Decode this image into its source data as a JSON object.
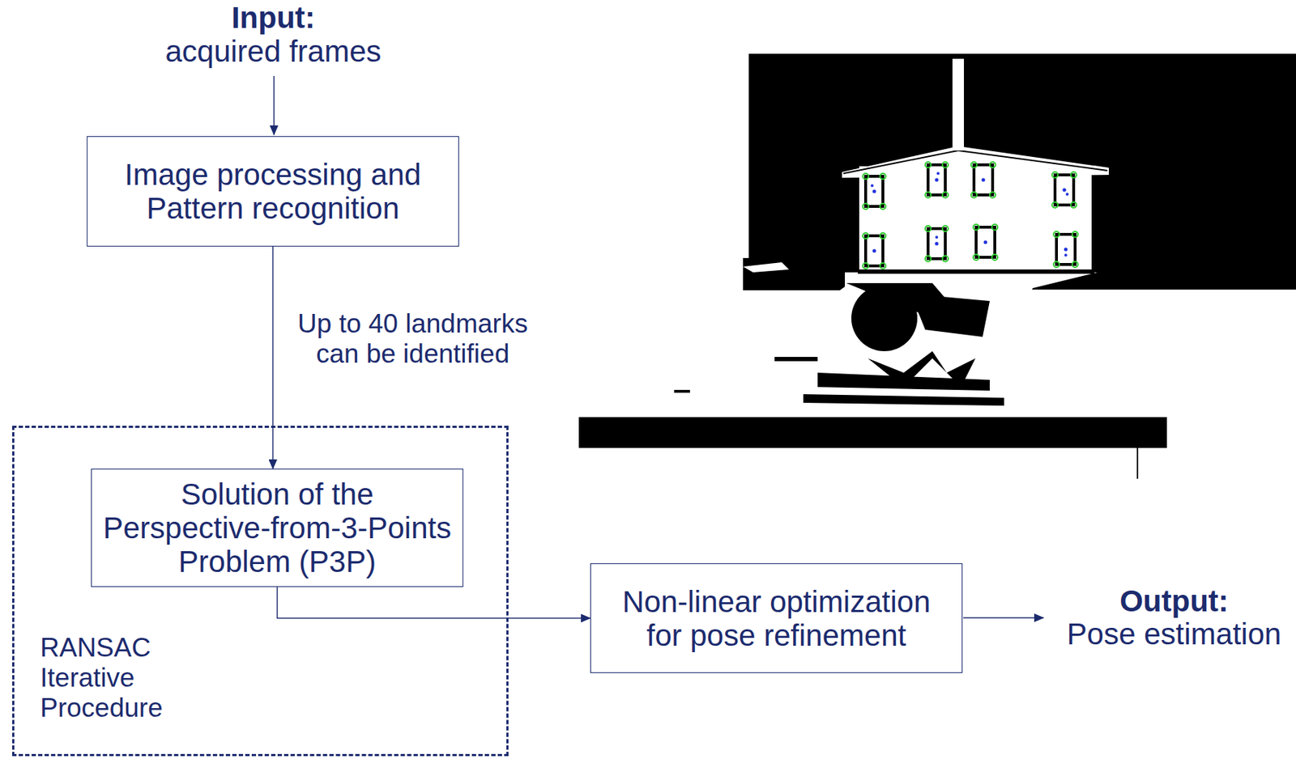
{
  "diagram": {
    "nodes": [
      {
        "text": [
          "Image processing and Pattern recognition"
        ]
      },
      {
        "text": [
          "RANSAC Iterative Procedure"
        ]
      },
      {
        "text": [
          "Solution of the Perspective-from-3-Points Problem (P3P)"
        ],
        "in": 1
      },
      {
        "text": [
          "Non-linear optimization for pose refinement"
        ]
      }
    ],
    "edges": [
      {
        "from": 0,
        "to": 2,
        "arrow": "to",
        "label": "Up to 40 landmarks can be identified"
      },
      {
        "from": 2,
        "to": 3,
        "arrow": "to"
      }
    ],
    "labels": [
      "Input:",
      "acquired frames",
      "Output:",
      "Pose estimation"
    ]
  }
}
